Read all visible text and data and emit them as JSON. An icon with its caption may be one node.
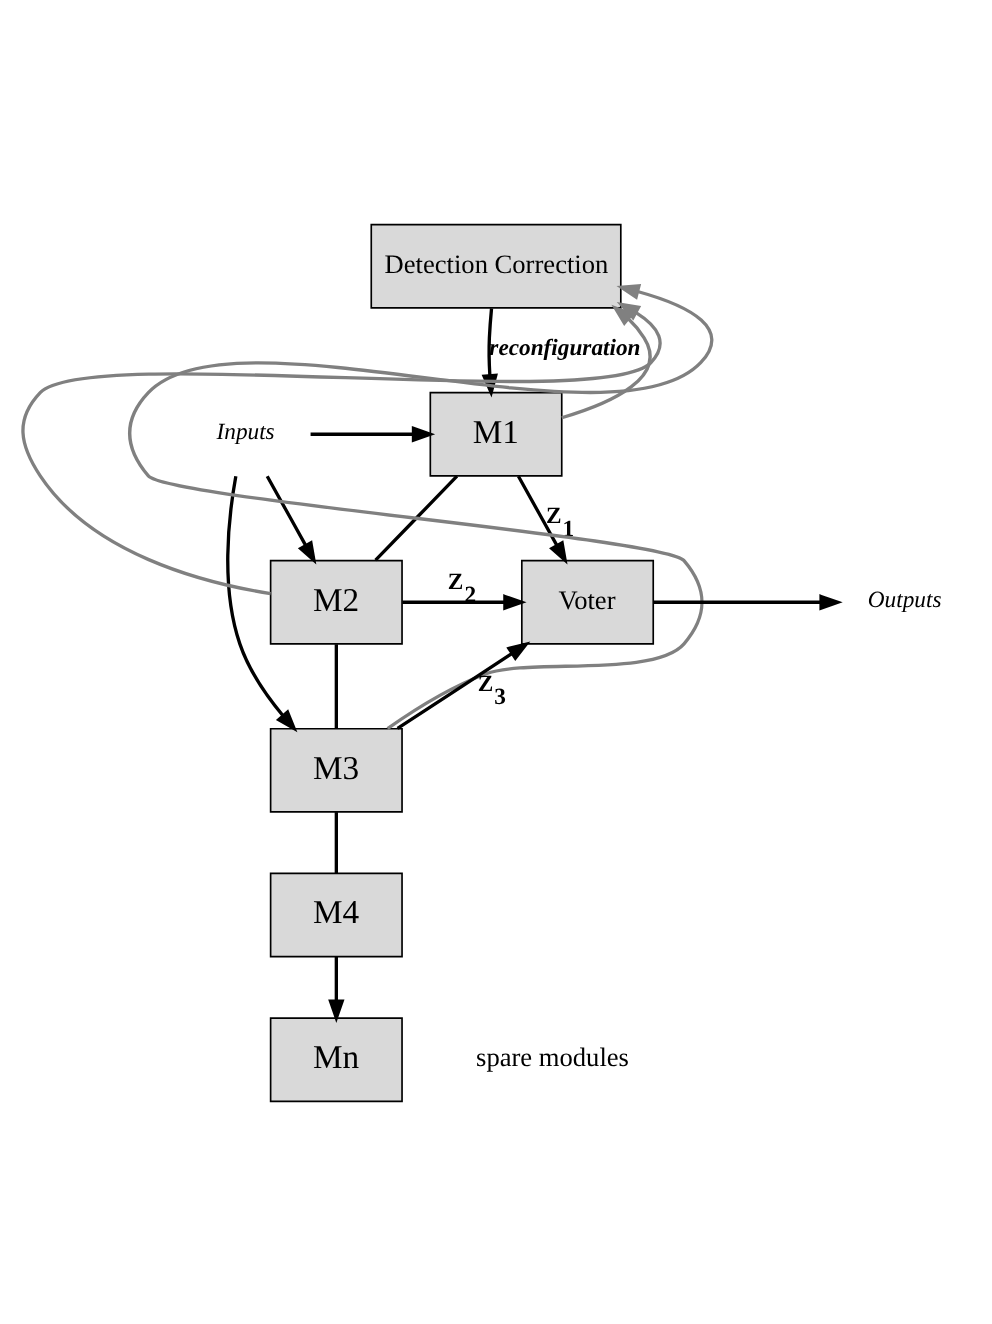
{
  "diagram": {
    "nodes": [
      {
        "text": [
          "Detection Correction"
        ]
      },
      {
        "text": [
          "Inputs"
        ]
      },
      {
        "text": [
          "M1"
        ]
      },
      {
        "text": [
          "M2"
        ]
      },
      {
        "text": [
          "M3"
        ]
      },
      {
        "text": [
          "Voter"
        ]
      },
      {
        "text": [
          "Outputs"
        ]
      },
      {
        "text": [
          "M4"
        ]
      },
      {
        "text": [
          "Mn"
        ]
      }
    ],
    "edges": [
      {
        "from": 0,
        "to": 2,
        "arrow": "to",
        "label": "reconfiguration"
      },
      {
        "from": 1,
        "to": 2,
        "arrow": "to"
      },
      {
        "from": 1,
        "to": 3,
        "arrow": "to"
      },
      {
        "from": 1,
        "to": 4,
        "arrow": "to"
      },
      {
        "from": 2,
        "to": 5,
        "arrow": "to",
        "label": "Z$_{1}$"
      },
      {
        "from": 3,
        "to": 5,
        "arrow": "to",
        "label": "Z$_{2}$"
      },
      {
        "from": 4,
        "to": 5,
        "arrow": "to",
        "label": "Z$_{3}$"
      },
      {
        "from": 5,
        "to": 6,
        "arrow": "to"
      },
      {
        "from": 2,
        "to": 0,
        "arrow": "to",
        "color": "#808080"
      },
      {
        "from": 3,
        "to": 0,
        "arrow": "to",
        "color": "#808080"
      },
      {
        "from": 4,
        "to": 0,
        "arrow": "to",
        "color": "#808080"
      },
      {
        "from": 2,
        "to": 3,
        "arrow": "none"
      },
      {
        "from": 3,
        "to": 4,
        "arrow": "none"
      },
      {
        "from": 4,
        "to": 7,
        "arrow": "none"
      },
      {
        "from": 7,
        "to": 8,
        "arrow": "to"
      }
    ],
    "labels": [
      "spare modules"
    ]
  }
}
